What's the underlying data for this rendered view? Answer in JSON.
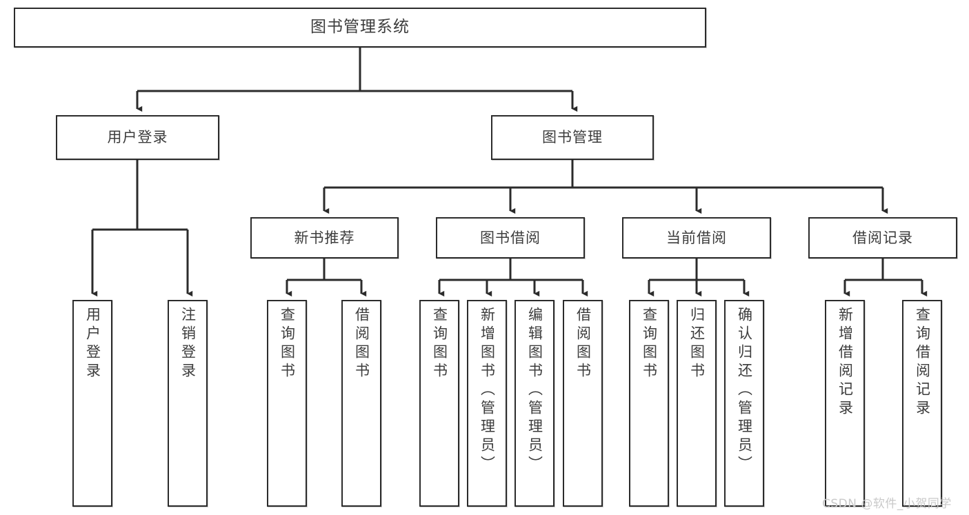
{
  "diagram": {
    "title": "图书管理系统",
    "type": "tree-hierarchy-diagram",
    "colors": {
      "stroke": "#2b2b2b",
      "fill": "#ffffff",
      "text": "#3c3c3c",
      "watermark": "#c9c9c9"
    },
    "root": {
      "label": "图书管理系统"
    },
    "level2": [
      {
        "label": "用户登录"
      },
      {
        "label": "图书管理"
      }
    ],
    "level3": [
      {
        "label": "新书推荐"
      },
      {
        "label": "图书借阅"
      },
      {
        "label": "当前借阅"
      },
      {
        "label": "借阅记录"
      }
    ],
    "leaves": {
      "user_login": [
        {
          "label": "用户登录"
        },
        {
          "label": "注销登录"
        }
      ],
      "new_book_recommend": [
        {
          "label": "查询图书"
        },
        {
          "label": "借阅图书"
        }
      ],
      "book_borrow": [
        {
          "label": "查询图书"
        },
        {
          "label": "新增图书（管理员）"
        },
        {
          "label": "编辑图书（管理员）"
        },
        {
          "label": "借阅图书"
        }
      ],
      "current_borrow": [
        {
          "label": "查询图书"
        },
        {
          "label": "归还图书"
        },
        {
          "label": "确认归还（管理员）"
        }
      ],
      "borrow_record": [
        {
          "label": "新增借阅记录"
        },
        {
          "label": "查询借阅记录"
        }
      ]
    }
  },
  "watermark": {
    "text": "CSDN @软件_小贺同学"
  }
}
